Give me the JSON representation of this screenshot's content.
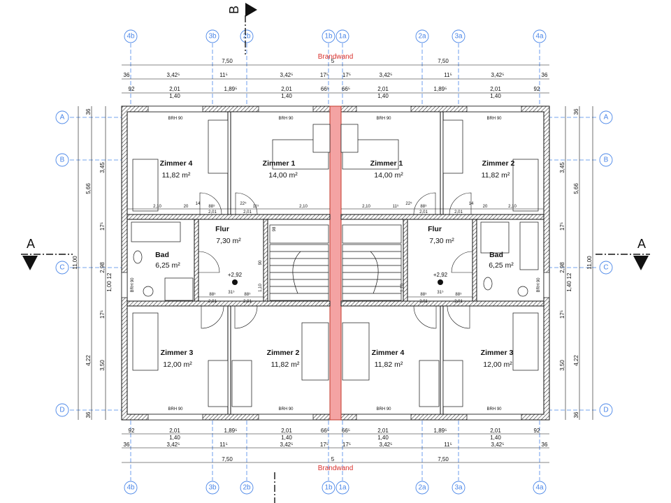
{
  "axes": {
    "vertical": [
      {
        "id": "4b",
        "label": "4b"
      },
      {
        "id": "3b",
        "label": "3b"
      },
      {
        "id": "2b",
        "label": "2b"
      },
      {
        "id": "1b",
        "label": "1b"
      },
      {
        "id": "1a",
        "label": "1a"
      },
      {
        "id": "2a",
        "label": "2a"
      },
      {
        "id": "3a",
        "label": "3a"
      },
      {
        "id": "4a",
        "label": "4a"
      }
    ],
    "horizontal": [
      {
        "id": "A",
        "label": "A"
      },
      {
        "id": "B",
        "label": "B"
      },
      {
        "id": "C",
        "label": "C"
      },
      {
        "id": "D",
        "label": "D"
      }
    ]
  },
  "labels": {
    "brandwand_top": "Brandwand",
    "brandwand_bottom": "Brandwand",
    "section_A": "A",
    "section_B": "B"
  },
  "rooms": [
    {
      "id": "zimmer4-left",
      "name": "Zimmer 4",
      "area": "11,82 m²"
    },
    {
      "id": "zimmer1-left",
      "name": "Zimmer 1",
      "area": "14,00 m²"
    },
    {
      "id": "zimmer1-right",
      "name": "Zimmer 1",
      "area": "14,00 m²"
    },
    {
      "id": "zimmer2-right",
      "name": "Zimmer 2",
      "area": "11,82 m²"
    },
    {
      "id": "flur-left",
      "name": "Flur",
      "area": "7,30 m²"
    },
    {
      "id": "flur-right",
      "name": "Flur",
      "area": "7,30 m²"
    },
    {
      "id": "bad-left",
      "name": "Bad",
      "area": "6,25 m²"
    },
    {
      "id": "bad-right",
      "name": "Bad",
      "area": "6,25 m²"
    },
    {
      "id": "zimmer3-left",
      "name": "Zimmer 3",
      "area": "12,00 m²"
    },
    {
      "id": "zimmer2-left",
      "name": "Zimmer 2",
      "area": "11,82 m²"
    },
    {
      "id": "zimmer4-right",
      "name": "Zimmer 4",
      "area": "11,82 m²"
    },
    {
      "id": "zimmer3-right",
      "name": "Zimmer 3",
      "area": "12,00 m²"
    }
  ],
  "dimensions": {
    "top_total_left": "7,50",
    "top_total_mid": "5",
    "top_total_right": "7,50",
    "top_row2": [
      "36",
      "3,42⁵",
      "11⁵",
      "3,42⁵",
      "17⁵",
      "17⁵",
      "3,42⁵",
      "11⁵",
      "3,42⁵",
      "36"
    ],
    "top_row3": [
      "92",
      "2,01",
      "1,89⁵",
      "2,01",
      "66⁵",
      "66⁵",
      "2,01",
      "1,89⁵",
      "2,01",
      "92"
    ],
    "top_row3_sub": [
      "1,40",
      "1,40",
      "1,40",
      "1,40"
    ],
    "bottom_total_left": "7,50",
    "bottom_total_mid": "5",
    "bottom_total_right": "7,50",
    "left_outer": "11,00",
    "right_outer": "11,00",
    "left_mid": [
      "36",
      "5,66",
      "4,22",
      "36"
    ],
    "left_inner": [
      "3,45",
      "17⁵",
      "2,98",
      "17⁵",
      "3,50"
    ],
    "left_sub": [
      "1,00",
      "12",
      "1,40"
    ],
    "spot_level": "+2,92",
    "windows": "BRH 90"
  },
  "interior_dims": {
    "row_upper": [
      "2,10",
      "20",
      "14",
      "88⁵",
      "22⁵",
      "11⁵",
      "2,10",
      "2,10",
      "11⁵",
      "22⁵",
      "88⁵",
      "14",
      "20",
      "2,10"
    ],
    "row_upper_sub": "2,01",
    "row_lower": [
      "88⁵",
      "31⁵",
      "88⁵"
    ],
    "row_lower_sub": "2,01",
    "stair": [
      "90",
      "98",
      "1,10"
    ]
  }
}
